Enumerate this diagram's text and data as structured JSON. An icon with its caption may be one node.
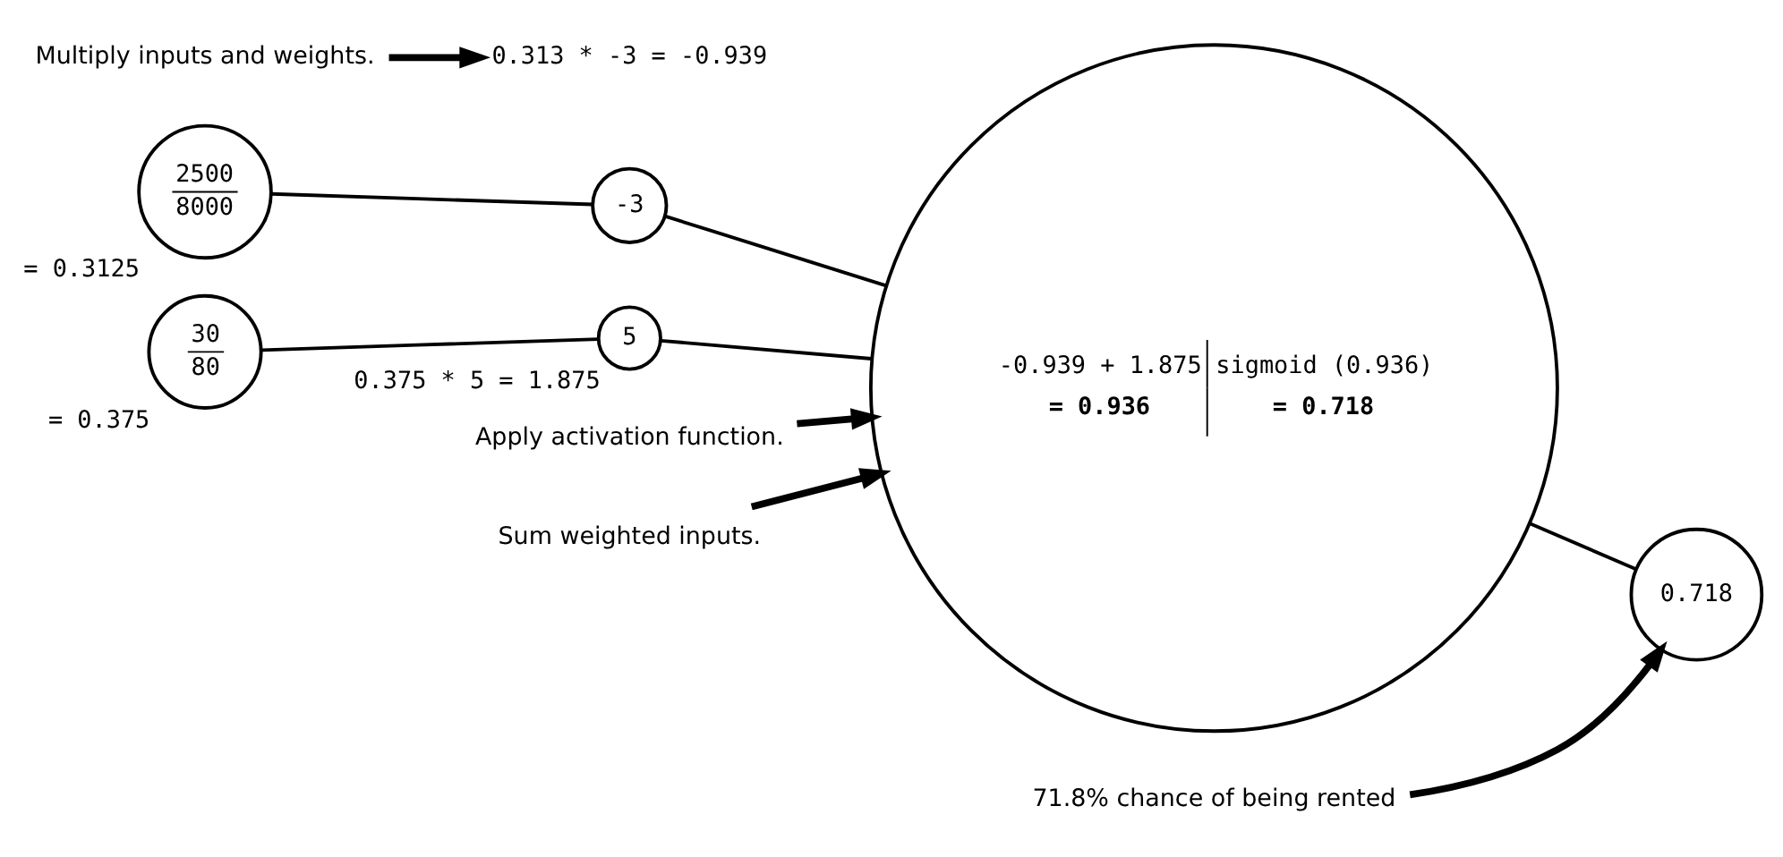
{
  "diagram": {
    "nodes": [
      {
        "text": [
          "2500",
          "8000"
        ],
        "beside": [
          "= 0.3125"
        ]
      },
      {
        "text": [
          "-3"
        ]
      },
      {
        "text": [
          "30",
          "80"
        ],
        "beside": [
          "= 0.375"
        ]
      },
      {
        "text": [
          "5"
        ],
        "beside": [
          "0.375 * 5 = 1.875"
        ]
      },
      {
        "text": [
          "-0.939 + 1.875",
          "= 0.936",
          "sigmoid (0.936)",
          "= 0.718"
        ]
      },
      {
        "text": [
          "0.718"
        ]
      },
      {
        "text": [
          "Multiply inputs and weights."
        ]
      },
      {
        "text": [
          "0.313 * -3 = -0.939"
        ]
      },
      {
        "text": [
          "Apply activation function."
        ]
      },
      {
        "text": [
          "Sum weighted inputs."
        ]
      },
      {
        "text": [
          "71.8% chance of being rented"
        ]
      }
    ],
    "edges": [
      {
        "from": 0,
        "to": 1,
        "arrow": "none"
      },
      {
        "from": 1,
        "to": 4,
        "arrow": "none"
      },
      {
        "from": 2,
        "to": 3,
        "arrow": "none"
      },
      {
        "from": 3,
        "to": 4,
        "arrow": "none"
      },
      {
        "from": 4,
        "to": 5,
        "arrow": "none"
      },
      {
        "from": 6,
        "to": 7,
        "arrow": "to",
        "style": "thick"
      },
      {
        "from": 8,
        "to": 4,
        "arrow": "to",
        "style": "thick"
      },
      {
        "from": 9,
        "to": 4,
        "arrow": "to",
        "style": "thick"
      },
      {
        "from": 10,
        "to": 5,
        "arrow": "to",
        "style": "thick"
      }
    ]
  }
}
